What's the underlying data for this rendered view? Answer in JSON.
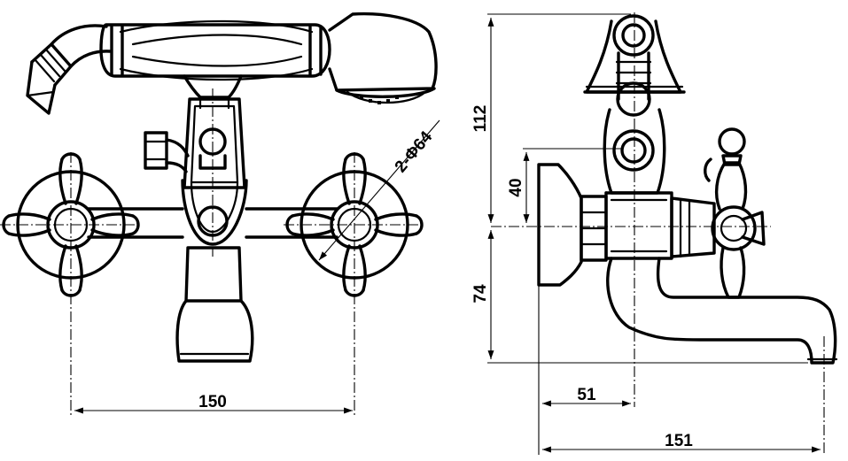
{
  "dimensions": {
    "width_between_handles": "150",
    "handle_diameter": "2-Φ64",
    "overall_height_top": "112",
    "inlet_offset": "40",
    "lower_height": "74",
    "wall_to_center": "51",
    "total_projection": "151"
  }
}
